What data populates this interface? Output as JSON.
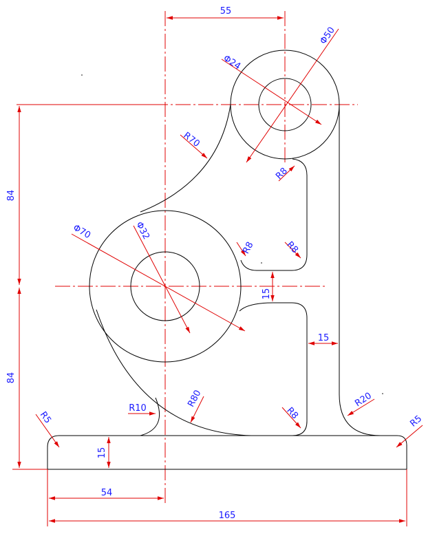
{
  "colors": {
    "geometry": "#000000",
    "center_line": "#e00000",
    "dimension_line": "#e00000",
    "dimension_text": "#1a1aff"
  },
  "dimensions": {
    "top_offset": "55",
    "left_height_upper": "84",
    "left_height_lower": "84",
    "base_left_offset": "54",
    "overall_width": "165",
    "base_thickness": "15",
    "slot_height": "15",
    "rib_width": "15"
  },
  "diameters": {
    "top_outer": "Φ50",
    "top_inner": "Φ24",
    "main_outer": "Φ70",
    "main_inner": "Φ32"
  },
  "radii": {
    "arc_r70": "R70",
    "arc_r80": "R80",
    "fillet_r20": "R20",
    "fillet_r10": "R10",
    "corner_left_r5": "R5",
    "corner_right_r5": "R5",
    "fillet_top_r8": "R8",
    "fillet_slot_left_r8": "R8",
    "fillet_slot_right_r8": "R8",
    "fillet_bottom_r8": "R8"
  }
}
